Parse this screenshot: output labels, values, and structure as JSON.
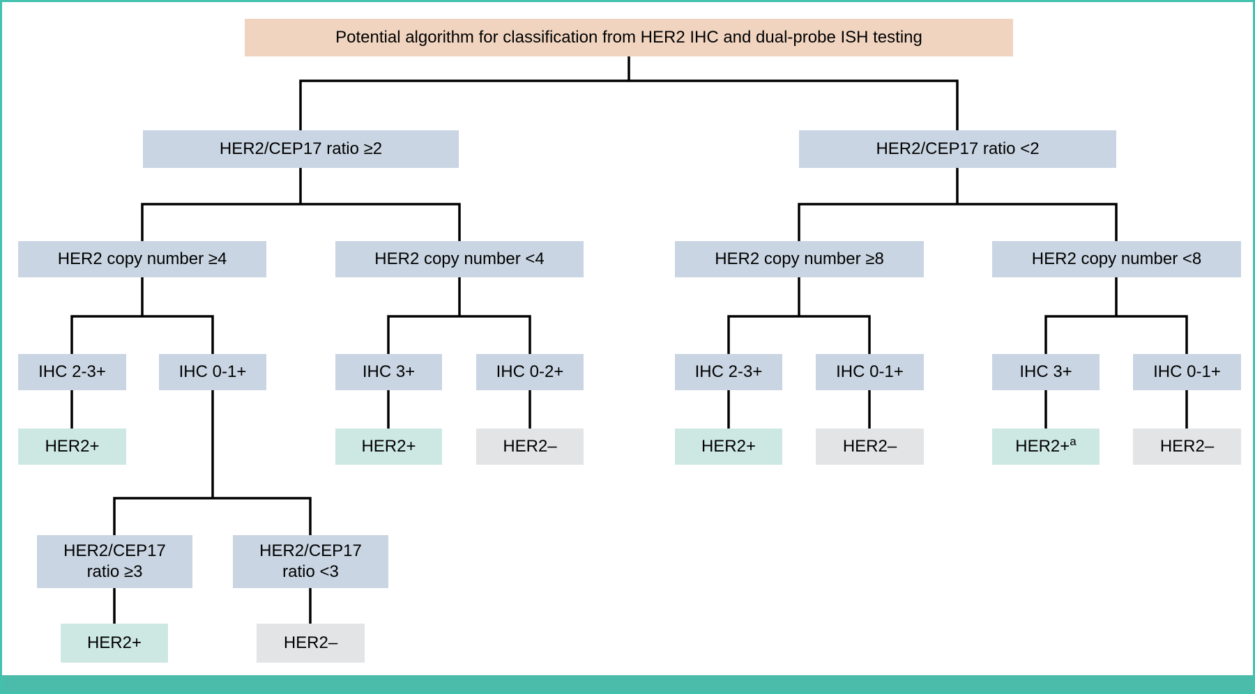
{
  "figure": {
    "title": "Potential algorithm for classification from HER2 IHC and dual-probe ISH testing"
  },
  "colors": {
    "frame_teal": "#43c1af",
    "footer_teal": "#4bbca9",
    "title_peach": "#f0d4c0",
    "decision_blue": "#c9d5e2",
    "positive_teal": "#cde8e2",
    "negative_gray": "#e3e4e5",
    "connector_black": "#000000"
  },
  "boxes": {
    "ratio_ge_2": {
      "label": "HER2/CEP17 ratio ≥2"
    },
    "ratio_lt_2": {
      "label": "HER2/CEP17 ratio <2"
    },
    "copy_ge_4": {
      "label": "HER2 copy number ≥4"
    },
    "copy_lt_4": {
      "label": "HER2 copy number <4"
    },
    "copy_ge_8": {
      "label": "HER2 copy number ≥8"
    },
    "copy_lt_8": {
      "label": "HER2 copy number <8"
    },
    "ihc_2_3_left": {
      "label": "IHC 2-3+"
    },
    "ihc_0_1_left": {
      "label": "IHC 0-1+"
    },
    "ihc_3_left": {
      "label": "IHC 3+"
    },
    "ihc_0_2": {
      "label": "IHC 0-2+"
    },
    "ihc_2_3_right": {
      "label": "IHC 2-3+"
    },
    "ihc_0_1_right": {
      "label": "IHC 0-1+"
    },
    "ihc_3_right": {
      "label": "IHC 3+"
    },
    "ihc_0_1_far_right": {
      "label": "IHC 0-1+"
    },
    "her2_pos_1": {
      "label": "HER2+"
    },
    "her2_pos_2": {
      "label": "HER2+"
    },
    "her2_neg_1": {
      "label": "HER2–"
    },
    "her2_pos_3": {
      "label": "HER2+"
    },
    "her2_neg_2": {
      "label": "HER2–"
    },
    "her2_pos_footnote": {
      "label": "HER2+",
      "footnote": "a"
    },
    "her2_neg_3": {
      "label": "HER2–"
    },
    "ratio_ge_3": {
      "line1": "HER2/CEP17",
      "line2": "ratio ≥3"
    },
    "ratio_lt_3": {
      "line1": "HER2/CEP17",
      "line2": "ratio <3"
    },
    "her2_pos_4": {
      "label": "HER2+"
    },
    "her2_neg_4": {
      "label": "HER2–"
    }
  }
}
